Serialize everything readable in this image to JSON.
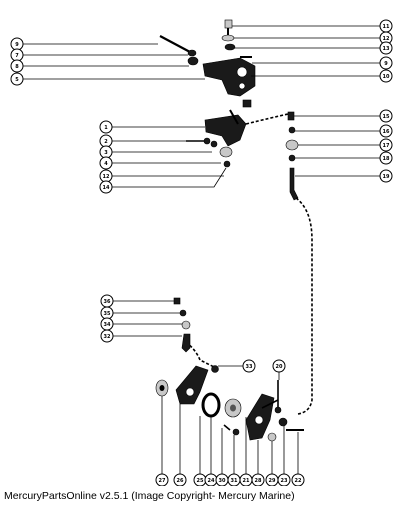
{
  "footer": {
    "caption": "MercuryPartsOnline v2.5.1 (Image Copyright- Mercury Marine)"
  },
  "callouts": {
    "left_top": [
      "9",
      "7",
      "8",
      "5"
    ],
    "right_top": [
      "11",
      "12",
      "13",
      "9",
      "10"
    ],
    "left_mid": [
      "1",
      "2",
      "3",
      "4",
      "12",
      "14"
    ],
    "right_mid": [
      "15",
      "16",
      "17",
      "18",
      "19"
    ],
    "left_low": [
      "36",
      "35",
      "34",
      "32"
    ],
    "mid_low": [
      "33",
      "20"
    ],
    "bottom_row": [
      "27",
      "26",
      "25",
      "24",
      "30",
      "31",
      "21",
      "28",
      "29",
      "23",
      "22"
    ]
  }
}
